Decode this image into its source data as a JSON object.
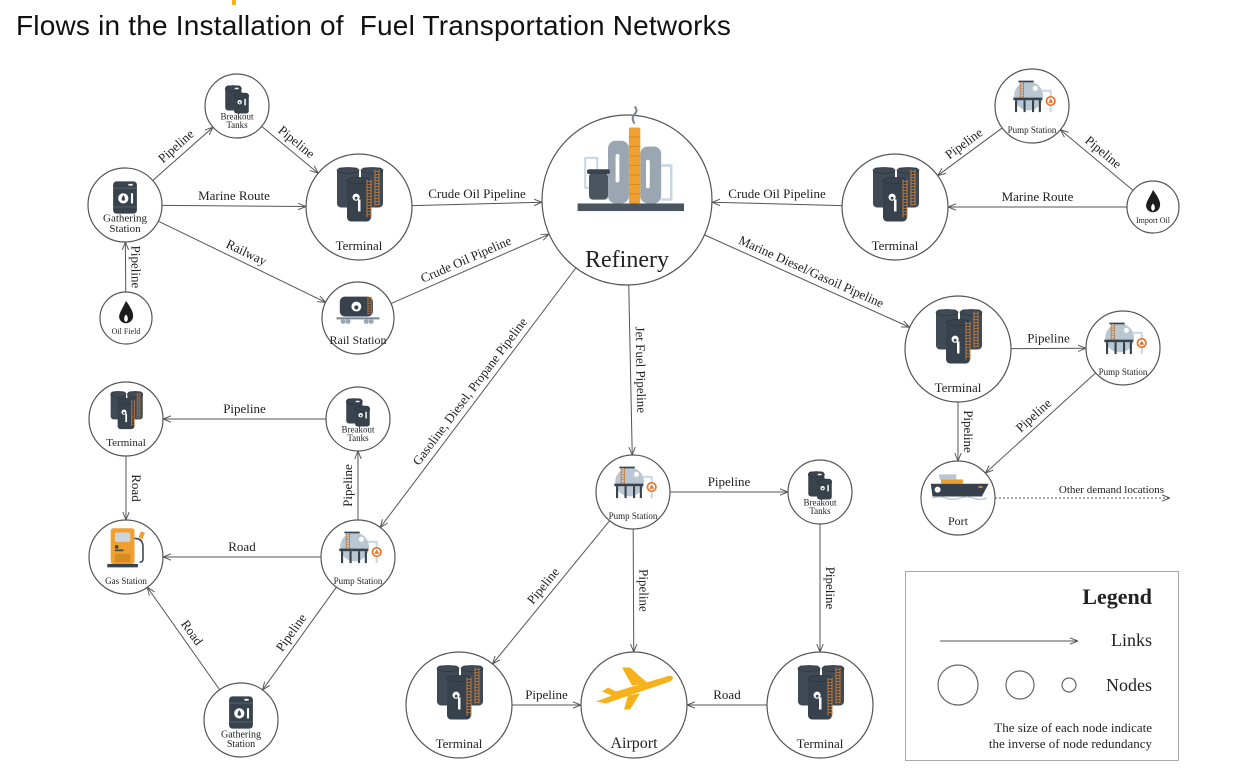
{
  "title": "Flows in the Installation of  Fuel Transportation Networks",
  "colors": {
    "accent": "#f6b21a",
    "tank_dark": "#37424c",
    "ladder": "#c47a3a",
    "refinery_column": "#f0a030",
    "pump_body": "#b9c7d3",
    "valve": "#e8742a",
    "gas_station": "#f0a030",
    "airplane": "#f6b21a",
    "edge": "#555555"
  },
  "nodes": [
    {
      "id": "gathering-station-1",
      "label": [
        "Gathering",
        "Station"
      ],
      "icon": "oil-barrel-icon"
    },
    {
      "id": "breakout-tanks-1",
      "label": [
        "Breakout",
        "Tanks"
      ],
      "icon": "breakout-tanks-icon"
    },
    {
      "id": "terminal-1",
      "label": [
        "Terminal"
      ],
      "icon": "storage-tanks-icon"
    },
    {
      "id": "oil-field",
      "label": [
        "Oil Field"
      ],
      "icon": "flame-icon"
    },
    {
      "id": "rail-station",
      "label": [
        "Rail Station"
      ],
      "icon": "rail-tank-car-icon"
    },
    {
      "id": "refinery",
      "label": [
        "Refinery"
      ],
      "icon": "refinery-icon"
    },
    {
      "id": "terminal-2",
      "label": [
        "Terminal"
      ],
      "icon": "storage-tanks-icon"
    },
    {
      "id": "pump-station-1",
      "label": [
        "Pump Station"
      ],
      "icon": "pump-station-icon"
    },
    {
      "id": "import-oil",
      "label": [
        "Import Oil"
      ],
      "icon": "flame-icon"
    },
    {
      "id": "terminal-3",
      "label": [
        "Terminal"
      ],
      "icon": "storage-tanks-icon"
    },
    {
      "id": "pump-station-2",
      "label": [
        "Pump Station"
      ],
      "icon": "pump-station-icon"
    },
    {
      "id": "port",
      "label": [
        "Port"
      ],
      "icon": "ship-icon"
    },
    {
      "id": "terminal-4",
      "label": [
        "Terminal"
      ],
      "icon": "storage-tanks-icon"
    },
    {
      "id": "breakout-tanks-2",
      "label": [
        "Breakout",
        "Tanks"
      ],
      "icon": "breakout-tanks-icon"
    },
    {
      "id": "gas-station",
      "label": [
        "Gas Station"
      ],
      "icon": "fuel-pump-icon"
    },
    {
      "id": "pump-station-3",
      "label": [
        "Pump Station"
      ],
      "icon": "pump-station-icon"
    },
    {
      "id": "gathering-station-2",
      "label": [
        "Gathering",
        "Station"
      ],
      "icon": "oil-barrel-icon"
    },
    {
      "id": "pump-station-4",
      "label": [
        "Pump Station"
      ],
      "icon": "pump-station-icon"
    },
    {
      "id": "breakout-tanks-3",
      "label": [
        "Breakout",
        "Tanks"
      ],
      "icon": "breakout-tanks-icon"
    },
    {
      "id": "terminal-5",
      "label": [
        "Terminal"
      ],
      "icon": "storage-tanks-icon"
    },
    {
      "id": "airport",
      "label": [
        "Airport"
      ],
      "icon": "airplane-icon"
    },
    {
      "id": "terminal-6",
      "label": [
        "Terminal"
      ],
      "icon": "storage-tanks-icon"
    }
  ],
  "edges": [
    {
      "from": "oil-field",
      "to": "gathering-station-1",
      "label": "Pipeline"
    },
    {
      "from": "gathering-station-1",
      "to": "breakout-tanks-1",
      "label": "Pipeline"
    },
    {
      "from": "breakout-tanks-1",
      "to": "terminal-1",
      "label": "Pipeline"
    },
    {
      "from": "gathering-station-1",
      "to": "terminal-1",
      "label": "Marine Route"
    },
    {
      "from": "gathering-station-1",
      "to": "rail-station",
      "label": "Railway"
    },
    {
      "from": "terminal-1",
      "to": "refinery",
      "label": "Crude Oil Pipeline"
    },
    {
      "from": "rail-station",
      "to": "refinery",
      "label": "Crude Oil Pipeline"
    },
    {
      "from": "import-oil",
      "to": "pump-station-1",
      "label": "Pipeline"
    },
    {
      "from": "pump-station-1",
      "to": "terminal-2",
      "label": "Pipeline"
    },
    {
      "from": "import-oil",
      "to": "terminal-2",
      "label": "Marine Route"
    },
    {
      "from": "terminal-2",
      "to": "refinery",
      "label": "Crude Oil Pipeline"
    },
    {
      "from": "refinery",
      "to": "terminal-3",
      "label": "Marine Diesel/Gasoil Pipeline"
    },
    {
      "from": "terminal-3",
      "to": "pump-station-2",
      "label": "Pipeline"
    },
    {
      "from": "terminal-3",
      "to": "port",
      "label": "Pipeline"
    },
    {
      "from": "pump-station-2",
      "to": "port",
      "label": "Pipeline"
    },
    {
      "from": "port",
      "to": "other-demand",
      "label": "Other demand locations",
      "style": "dotted"
    },
    {
      "from": "refinery",
      "to": "pump-station-3",
      "label": "Gasoline, Diesel, Propane Pipeline"
    },
    {
      "from": "pump-station-3",
      "to": "breakout-tanks-2",
      "label": "Pipeline"
    },
    {
      "from": "breakout-tanks-2",
      "to": "terminal-4",
      "label": "Pipeline"
    },
    {
      "from": "terminal-4",
      "to": "gas-station",
      "label": "Road"
    },
    {
      "from": "pump-station-3",
      "to": "gas-station",
      "label": "Road"
    },
    {
      "from": "pump-station-3",
      "to": "gathering-station-2",
      "label": "Pipeline"
    },
    {
      "from": "gathering-station-2",
      "to": "gas-station",
      "label": "Road"
    },
    {
      "from": "refinery",
      "to": "pump-station-4",
      "label": "Jet Fuel Pipeline"
    },
    {
      "from": "pump-station-4",
      "to": "breakout-tanks-3",
      "label": "Pipeline"
    },
    {
      "from": "pump-station-4",
      "to": "terminal-5",
      "label": "Pipeline"
    },
    {
      "from": "pump-station-4",
      "to": "airport",
      "label": "Pipeline"
    },
    {
      "from": "breakout-tanks-3",
      "to": "terminal-6",
      "label": "Pipeline"
    },
    {
      "from": "terminal-5",
      "to": "airport",
      "label": "Pipeline"
    },
    {
      "from": "terminal-6",
      "to": "airport",
      "label": "Road"
    }
  ],
  "legend": {
    "title": "Legend",
    "links_label": "Links",
    "nodes_label": "Nodes",
    "note_line1": "The size of each node indicate",
    "note_line2": "the inverse of node redundancy"
  }
}
